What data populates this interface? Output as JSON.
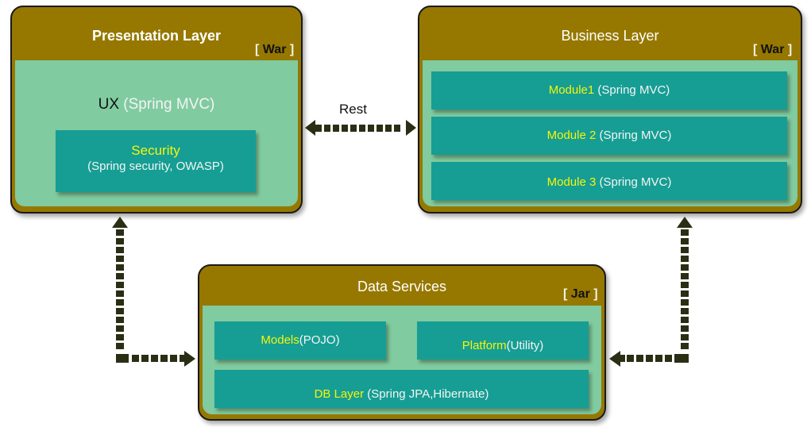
{
  "colors": {
    "layer_header": "#967800",
    "layer_body": "#80cba0",
    "component": "#169e94",
    "highlight_text": "#f5f50a",
    "arrow": "#2a2e14"
  },
  "presentation": {
    "title": "Presentation Layer",
    "package": "War",
    "ux_prefix": "UX",
    "ux_tech": "(Spring MVC)",
    "security_name": "Security",
    "security_tech": "(Spring security, OWASP)"
  },
  "business": {
    "title": "Business Layer",
    "package": "War",
    "modules": [
      {
        "name": "Module1",
        "tech": "(Spring MVC)"
      },
      {
        "name": "Module 2",
        "tech": "(Spring MVC)"
      },
      {
        "name": "Module 3",
        "tech": "(Spring MVC)"
      }
    ]
  },
  "data_services": {
    "title": "Data Services",
    "package": "Jar",
    "models_name": "Models",
    "models_tech": "(POJO)",
    "platform_name": "Platform",
    "platform_tech": "(Utility)",
    "db_name": "DB Layer",
    "db_tech": "(Spring JPA,Hibernate)"
  },
  "connectors": {
    "rest_label": "Rest"
  },
  "bracket_open": "[",
  "bracket_close": "]"
}
